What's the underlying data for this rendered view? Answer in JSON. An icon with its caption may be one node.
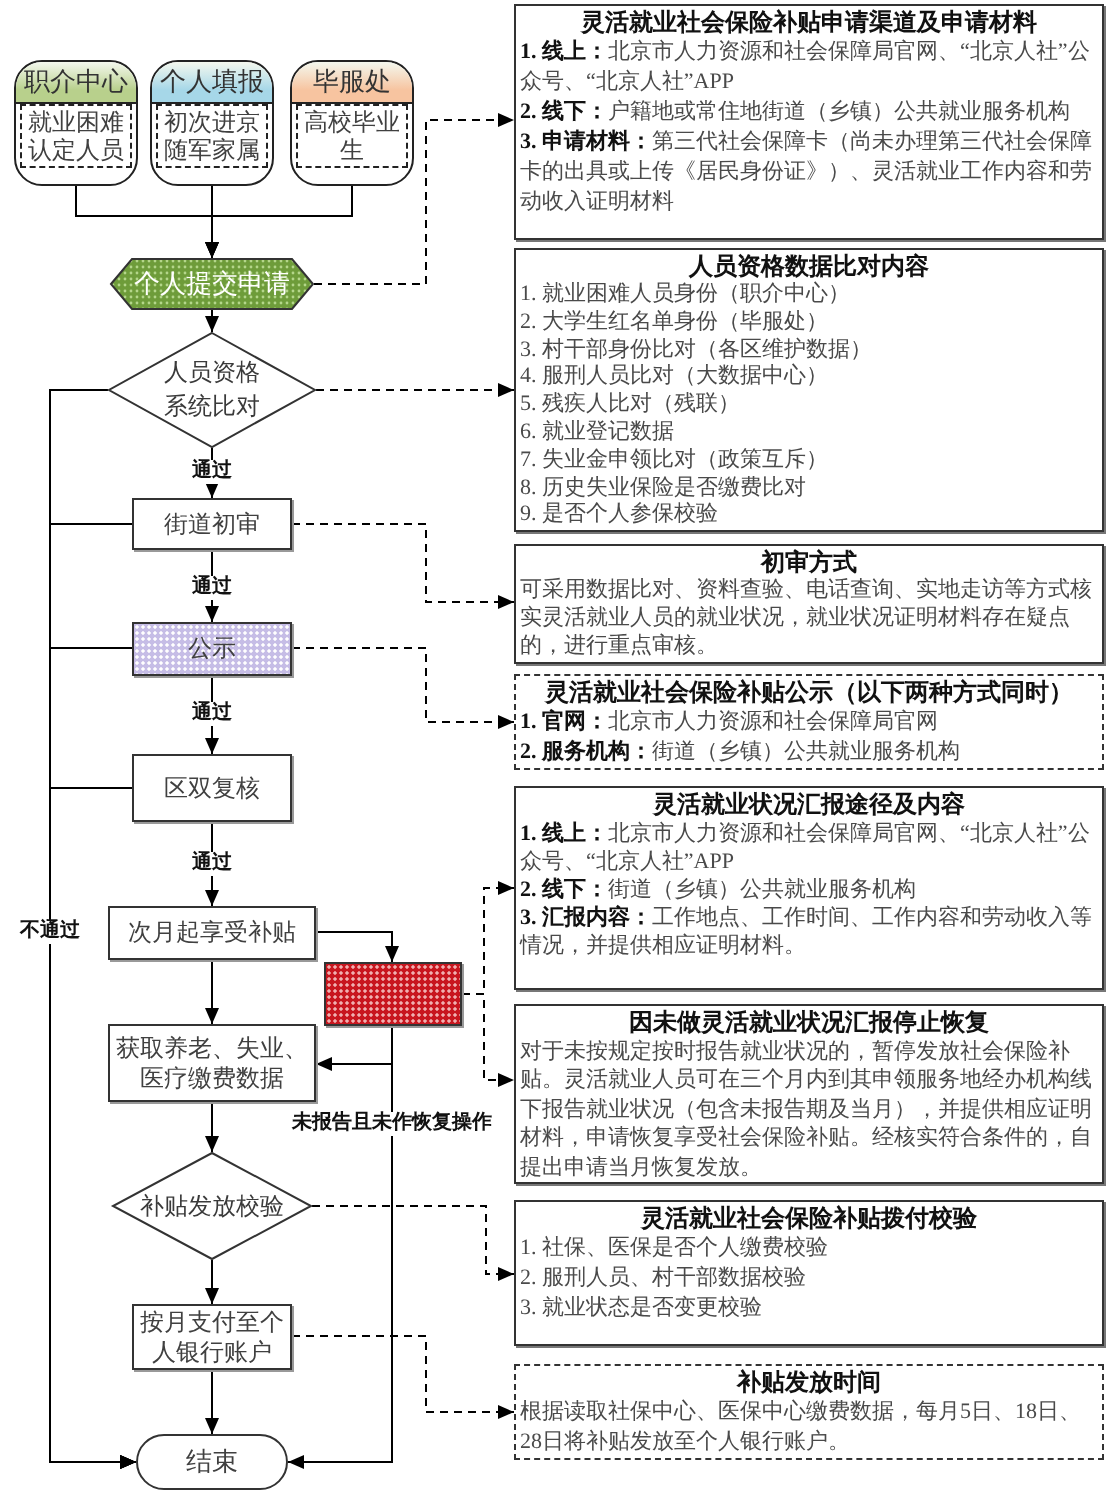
{
  "diagram": {
    "nodes": [
      {
        "text": [
          "职介中心"
        ]
      },
      {
        "text": [
          "就业困难认定人员"
        ],
        "in": 0
      },
      {
        "text": [
          "个人填报"
        ]
      },
      {
        "text": [
          "初次进京随军家属"
        ],
        "in": 2
      },
      {
        "text": [
          "毕服处"
        ]
      },
      {
        "text": [
          "高校毕业生"
        ],
        "in": 4
      },
      {
        "text": [
          "个人提交申请"
        ]
      },
      {
        "text": [
          "灵活就业社会保险补贴申请渠道及申请材料",
          "**1. 线上：**北京市人力资源和社会保障局官网、“北京人社”公众号、“北京人社”APP",
          "**2. 线下：**户籍地或常住地街道（乡镇）公共就业服务机构",
          "**3. 申请材料：**第三代社会保障卡（尚未办理第三代社会保障卡的出具或上传《居民身份证》）、灵活就业工作内容和劳动收入证明材料"
        ]
      },
      {
        "text": [
          "人员资格系统比对"
        ]
      },
      {
        "text": [
          "人员资格数据比对内容",
          "1. 就业困难人员身份（职介中心）",
          "2. 大学生红名单身份（毕服处）",
          "3. 村干部身份比对（各区维护数据）",
          "4. 服刑人员比对（大数据中心）",
          "5. 残疾人比对（残联）",
          "6. 就业登记数据",
          "7. 失业金申领比对（政策互斥）",
          "8. 历史失业保险是否缴费比对",
          "9. 是否个人参保校验"
        ]
      },
      {
        "text": [
          "街道初审"
        ]
      },
      {
        "text": [
          "初审方式",
          "可采用数据比对、资料查验、电话查询、实地走访等方式核实灵活就业人员的就业状况，就业状况证明材料存在疑点的，进行重点审核。"
        ]
      },
      {
        "text": [
          "公示"
        ]
      },
      {
        "text": [
          "灵活就业社会保险补贴公示（以下两种方式同时）",
          "**1. 官网：**北京市人力资源和社会保障局官网",
          "**2. 服务机构：**街道（乡镇）公共就业服务机构"
        ]
      },
      {
        "text": [
          "区双复核"
        ]
      },
      {
        "text": [
          "次月起享受补贴"
        ]
      },
      {
        "text": [],
        "shape": "box"
      },
      {
        "text": [
          "灵活就业状况汇报途径及内容",
          "**1. 线上：**北京市人力资源和社会保障局官网、“北京人社”公众号、“北京人社”APP",
          "**2. 线下：**街道（乡镇）公共就业服务机构",
          "**3. 汇报内容：**工作地点、工作时间、工作内容和劳动收入等情况，并提供相应证明材料。"
        ]
      },
      {
        "text": [
          "获取养老、失业、医疗缴费数据"
        ]
      },
      {
        "text": [
          "因未做灵活就业状况汇报停止恢复",
          "对于未按规定按时报告就业状况的，暂停发放社会保险补贴。灵活就业人员可在三个月内到其申领服务地经办机构线下报告就业状况（包含未报告期及当月），并提供相应证明材料，申请恢复享受社会保险补贴。经核实符合条件的，自提出申请当月恢复发放。"
        ]
      },
      {
        "text": [
          "补贴发放校验"
        ]
      },
      {
        "text": [
          "灵活就业社会保险补贴拨付校验",
          "1. 社保、医保是否个人缴费校验",
          "2. 服刑人员、村干部数据校验",
          "3. 就业状态是否变更校验"
        ]
      },
      {
        "text": [
          "按月支付至个人银行账户"
        ]
      },
      {
        "text": [
          "补贴发放时间",
          "根据读取社保中心、医保中心缴费数据，每月5日、18日、28日将补贴发放至个人银行账户。"
        ]
      },
      {
        "text": [
          "结束"
        ]
      }
    ],
    "edges": [
      {
        "from": 0,
        "to": 6,
        "arrow": "to"
      },
      {
        "from": 2,
        "to": 6,
        "arrow": "to"
      },
      {
        "from": 4,
        "to": 6,
        "arrow": "to"
      },
      {
        "from": 6,
        "to": 7,
        "arrow": "to",
        "style": "dashed"
      },
      {
        "from": 6,
        "to": 8,
        "arrow": "to"
      },
      {
        "from": 8,
        "to": 9,
        "arrow": "to",
        "style": "dashed"
      },
      {
        "from": 8,
        "to": 10,
        "arrow": "to",
        "label": "通过"
      },
      {
        "from": 8,
        "to": 24,
        "arrow": "to",
        "label": "不通过"
      },
      {
        "from": 10,
        "to": 11,
        "arrow": "to",
        "style": "dashed"
      },
      {
        "from": 10,
        "to": 12,
        "arrow": "to",
        "label": "通过"
      },
      {
        "from": 10,
        "to": 24,
        "arrow": "to"
      },
      {
        "from": 12,
        "to": 13,
        "arrow": "to",
        "style": "dashed"
      },
      {
        "from": 12,
        "to": 14,
        "arrow": "to",
        "label": "通过"
      },
      {
        "from": 12,
        "to": 24,
        "arrow": "to"
      },
      {
        "from": 14,
        "to": 15,
        "arrow": "to",
        "label": "通过"
      },
      {
        "from": 14,
        "to": 24,
        "arrow": "to"
      },
      {
        "from": 15,
        "to": 16,
        "arrow": "to"
      },
      {
        "from": 15,
        "to": 18,
        "arrow": "to"
      },
      {
        "from": 16,
        "to": 17,
        "arrow": "to",
        "style": "dashed"
      },
      {
        "from": 16,
        "to": 19,
        "arrow": "to",
        "style": "dashed"
      },
      {
        "from": 16,
        "to": 18,
        "arrow": "to"
      },
      {
        "from": 16,
        "to": 24,
        "arrow": "to",
        "label": "未报告且未作恢复操作"
      },
      {
        "from": 18,
        "to": 20,
        "arrow": "to"
      },
      {
        "from": 20,
        "to": 21,
        "arrow": "to",
        "style": "dashed"
      },
      {
        "from": 20,
        "to": 22,
        "arrow": "to"
      },
      {
        "from": 22,
        "to": 23,
        "arrow": "to",
        "style": "dashed"
      },
      {
        "from": 22,
        "to": 24,
        "arrow": "to"
      }
    ]
  }
}
